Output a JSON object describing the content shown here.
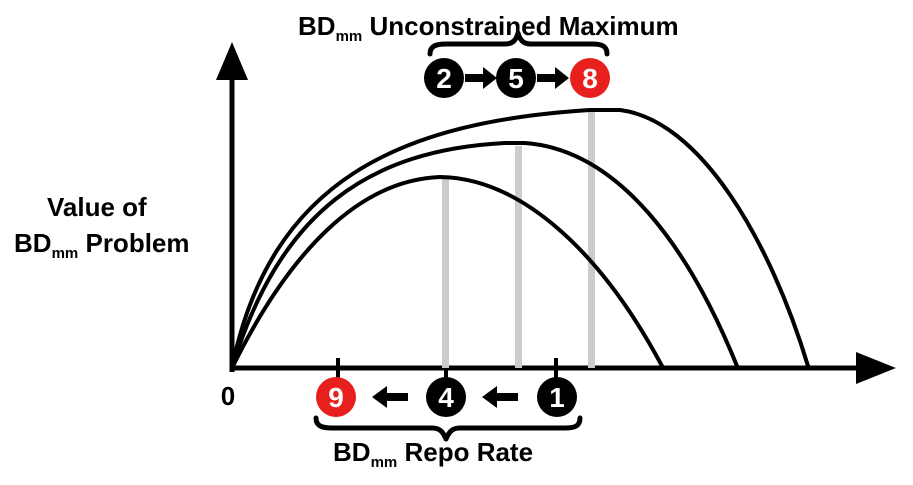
{
  "title": {
    "main": "BD",
    "sub": "mm",
    "rest": " Unconstrained Maximum"
  },
  "ylabel": {
    "line1": "Value of",
    "line2_main": "BD",
    "line2_sub": "mm",
    "line2_rest": " Problem"
  },
  "xlabel": {
    "main": "BD",
    "sub": "mm",
    "rest": " Repo Rate"
  },
  "origin_label": "0",
  "top_sequence": [
    "2",
    "5",
    "8"
  ],
  "bottom_sequence": [
    "9",
    "4",
    "1"
  ],
  "colors": {
    "ink": "#000000",
    "highlight": "#e8201d",
    "guide": "#cccccc"
  },
  "icons": {
    "arrow_right": "arrow-right-icon",
    "arrow_left": "arrow-left-icon",
    "brace": "curly-brace-icon"
  }
}
